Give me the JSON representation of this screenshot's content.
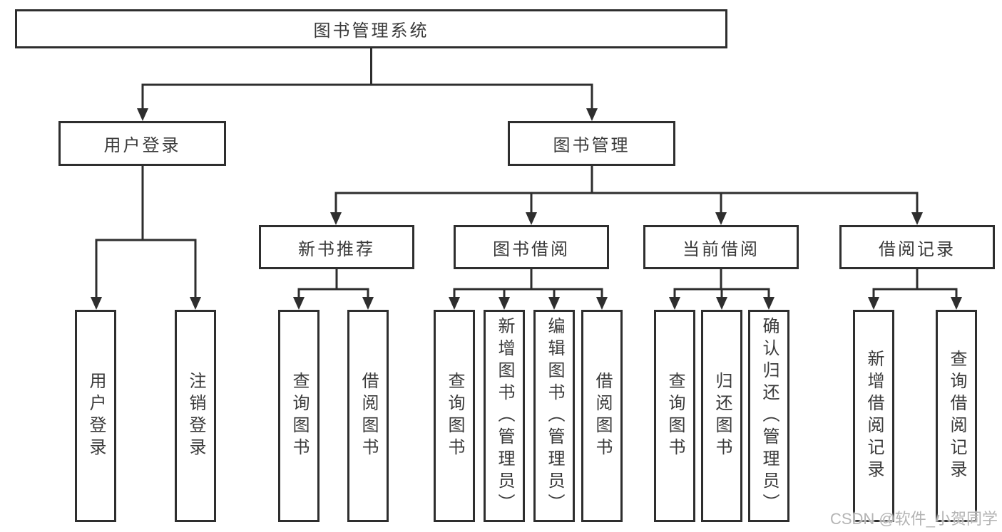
{
  "tree": {
    "label": "图书管理系统",
    "children": [
      {
        "label": "用户登录",
        "children": [
          {
            "label": "用户登录"
          },
          {
            "label": "注销登录"
          }
        ]
      },
      {
        "label": "图书管理",
        "children": [
          {
            "label": "新书推荐",
            "children": [
              {
                "label": "查询图书"
              },
              {
                "label": "借阅图书"
              }
            ]
          },
          {
            "label": "图书借阅",
            "children": [
              {
                "label": "查询图书"
              },
              {
                "label": "新增图书（管理员）"
              },
              {
                "label": "编辑图书（管理员）"
              },
              {
                "label": "借阅图书"
              }
            ]
          },
          {
            "label": "当前借阅",
            "children": [
              {
                "label": "查询图书"
              },
              {
                "label": "归还图书"
              },
              {
                "label": "确认归还（管理员）"
              }
            ]
          },
          {
            "label": "借阅记录",
            "children": [
              {
                "label": "新增借阅记录"
              },
              {
                "label": "查询借阅记录"
              }
            ]
          }
        ]
      }
    ]
  },
  "watermark": {
    "text": "CSDN @软件_小贺同学"
  },
  "colors": {
    "line": "#2e2e2e",
    "box_border": "#2e2e2e",
    "text": "#3a3a3a",
    "background": "#ffffff",
    "watermark": "#b4b4b4"
  }
}
